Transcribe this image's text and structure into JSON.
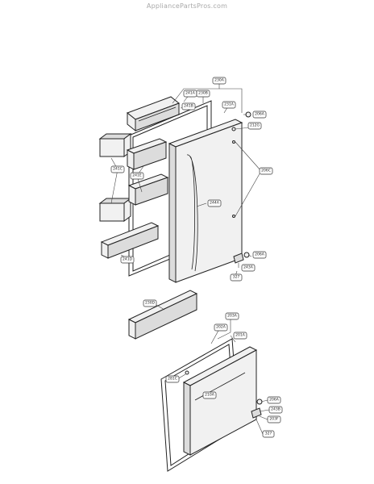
{
  "watermark": "AppliancePartsPros.com",
  "callouts": {
    "c230A": "230A",
    "c241A": "241A",
    "c230B": "230B",
    "c241B": "241B",
    "c231A": "231A",
    "c206A_top": "206A",
    "c212G": "212G",
    "c241C": "241C",
    "c241E": "241E",
    "c244A": "244A",
    "c206C": "206C",
    "c241D": "241D",
    "c206A_mid": "206A",
    "c243A_mid": "243A",
    "c327_mid": "327",
    "c230D": "230D",
    "c203A": "203A",
    "c202A": "202A",
    "c201A": "201A",
    "c281C": "281C",
    "c210A": "210A",
    "c206A_bot": "206A",
    "c243B": "243B",
    "c203F": "203F",
    "c327_bot": "327"
  }
}
